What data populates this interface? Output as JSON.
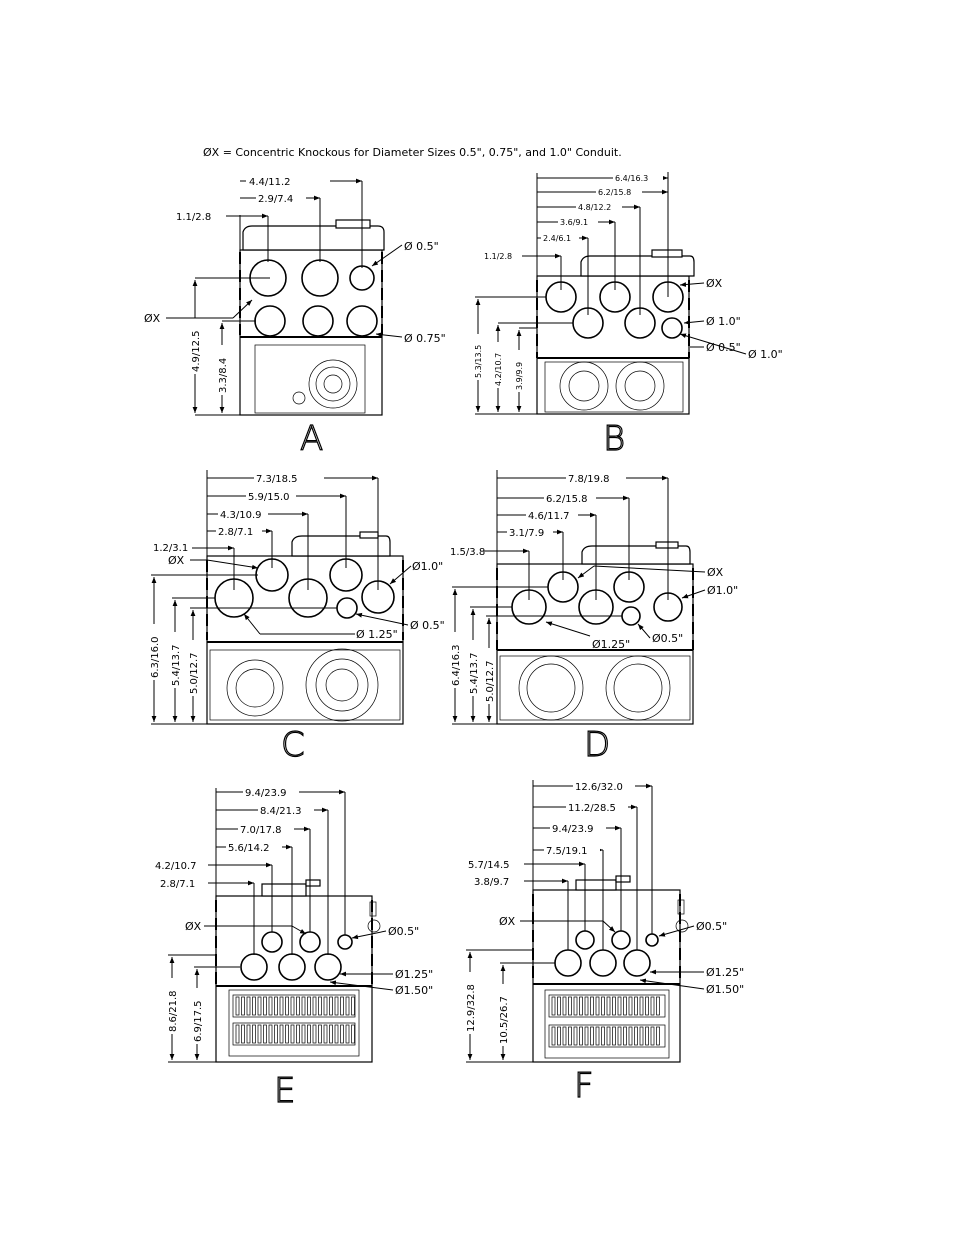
{
  "note": "ØX = Concentric Knockous for Diameter Sizes 0.5\", 0.75\", and 1.0\" Conduit.",
  "frames": {
    "A": {
      "letter": "A",
      "dims_h": [
        "4.4/11.2",
        "2.9/7.4",
        "1.1/2.8"
      ],
      "dims_v": [
        "4.9/12.5",
        "3.3/8.4"
      ],
      "labels": [
        "Ø 0.5\"",
        "ØX",
        "Ø 0.75\""
      ]
    },
    "B": {
      "letter": "B",
      "dims_h": [
        "6.4/16.3",
        "6.2/15.8",
        "4.8/12.2",
        "3.6/9.1",
        "2.4/6.1",
        "1.1/2.8"
      ],
      "dims_v": [
        "5.3/13.5",
        "4.2/10.7",
        "3.9/9.9"
      ],
      "labels": [
        "ØX",
        "Ø 1.0\"",
        "Ø 0.5\"",
        "Ø 1.0\""
      ]
    },
    "C": {
      "letter": "C",
      "dims_h": [
        "7.3/18.5",
        "5.9/15.0",
        "4.3/10.9",
        "2.8/7.1",
        "1.2/3.1"
      ],
      "dims_v": [
        "6.3/16.0",
        "5.4/13.7",
        "5.0/12.7"
      ],
      "labels": [
        "ØX",
        "Ø1.0\"",
        "Ø 0.5\"",
        "Ø 1.25\""
      ]
    },
    "D": {
      "letter": "D",
      "dims_h": [
        "7.8/19.8",
        "6.2/15.8",
        "4.6/11.7",
        "3.1/7.9",
        "1.5/3.8"
      ],
      "dims_v": [
        "6.4/16.3",
        "5.4/13.7",
        "5.0/12.7"
      ],
      "labels": [
        "ØX",
        "Ø1.0\"",
        "Ø1.25\"",
        "Ø0.5\""
      ]
    },
    "E": {
      "letter": "E",
      "dims_h": [
        "9.4/23.9",
        "8.4/21.3",
        "7.0/17.8",
        "5.6/14.2",
        "4.2/10.7",
        "2.8/7.1"
      ],
      "dims_v": [
        "8.6/21.8",
        "6.9/17.5"
      ],
      "labels": [
        "ØX",
        "Ø0.5\"",
        "Ø1.25\"",
        "Ø1.50\""
      ]
    },
    "F": {
      "letter": "F",
      "dims_h": [
        "12.6/32.0",
        "11.2/28.5",
        "9.4/23.9",
        "7.5/19.1",
        "5.7/14.5",
        "3.8/9.7"
      ],
      "dims_v": [
        "12.9/32.8",
        "10.5/26.7"
      ],
      "labels": [
        "ØX",
        "Ø0.5\"",
        "Ø1.25\"",
        "Ø1.50\""
      ]
    }
  }
}
